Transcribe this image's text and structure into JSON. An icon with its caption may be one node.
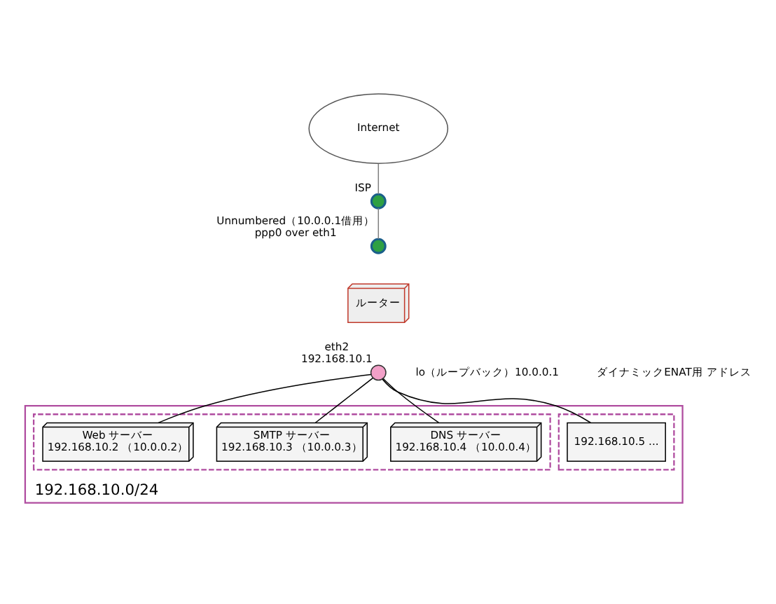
{
  "diagram": {
    "nodes": [
      {
        "text": [
          "Internet"
        ]
      },
      {
        "text": [],
        "shape": "circle",
        "beside": [
          "ISP"
        ]
      },
      {
        "text": [],
        "shape": "circle",
        "beside": [
          "Unnumbered（10.0.0.1借用）",
          "ppp0 over eth1"
        ]
      },
      {
        "text": [
          "ルーター"
        ]
      },
      {
        "text": [],
        "shape": "circle",
        "beside": [
          "eth2",
          "192.168.10.1"
        ]
      },
      {
        "text": [
          "192.168.10.0/24"
        ]
      },
      {
        "text": [],
        "shape": "box",
        "in": 5
      },
      {
        "text": [],
        "shape": "box",
        "in": 5
      },
      {
        "text": [
          "Web サーバー",
          "192.168.10.2 （10.0.0.2）"
        ],
        "in": 6
      },
      {
        "text": [
          "SMTP サーバー",
          "192.168.10.3 （10.0.0.3）"
        ],
        "in": 6
      },
      {
        "text": [
          "DNS サーバー",
          "192.168.10.4 （10.0.0.4）"
        ],
        "in": 6
      },
      {
        "text": [
          "192.168.10.5 ..."
        ],
        "in": 7
      }
    ],
    "edges": [
      {
        "from": 0,
        "to": 1,
        "arrow": "none",
        "color": "#808080"
      },
      {
        "from": 1,
        "to": 2,
        "arrow": "none",
        "color": "#808080"
      },
      {
        "from": 4,
        "to": 8,
        "arrow": "none"
      },
      {
        "from": 4,
        "to": 9,
        "arrow": "none"
      },
      {
        "from": 4,
        "to": 10,
        "arrow": "none"
      },
      {
        "from": 4,
        "to": 11,
        "arrow": "none"
      }
    ],
    "labels": [
      "lo（ループバック）10.0.0.1",
      "ダイナミックENAT用 アドレス"
    ]
  }
}
